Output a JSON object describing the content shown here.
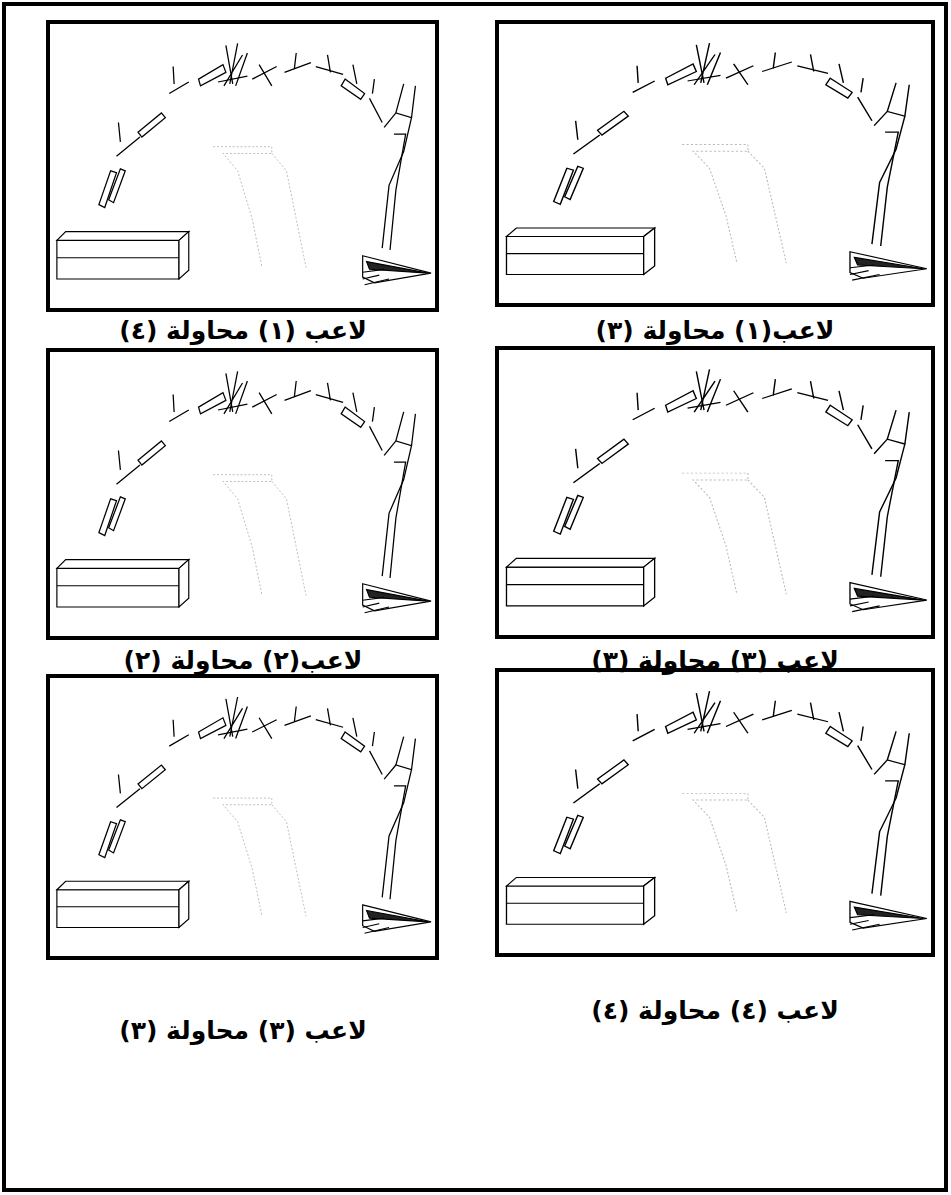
{
  "diagram": {
    "labels": [
      "لاعب(١) محاولة (٣)",
      "لاعب (١) محاولة (٤)",
      "لاعب (٣) محاولة (٣)",
      "لاعب(٢) محاولة (٢)",
      "لاعب (٤) محاولة (٤)",
      "لاعب (٣) محاولة (٣)"
    ]
  }
}
